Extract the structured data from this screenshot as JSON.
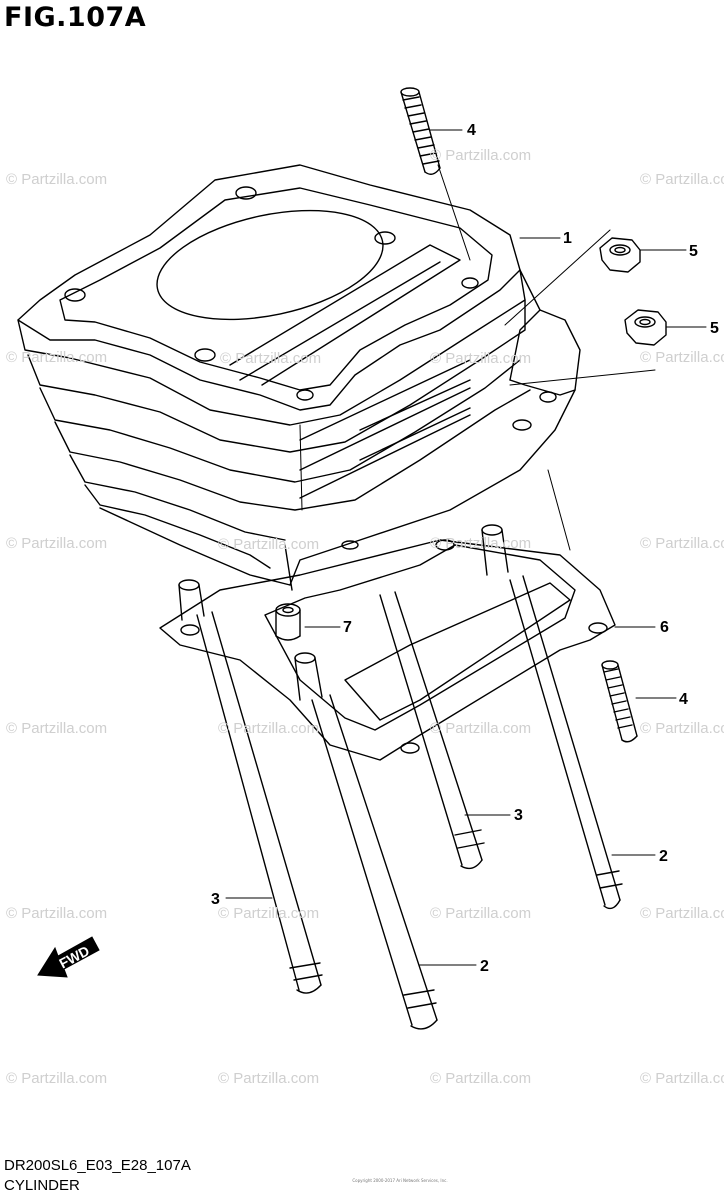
{
  "figure": {
    "title": "FIG.107A",
    "model_code": "DR200SL6_E03_E28_107A",
    "name": "CYLINDER",
    "copyright": "Copyright  2000-2017 Ari Network Services, Inc."
  },
  "watermark": "© Partzilla.com",
  "fwd_label": "FWD",
  "callouts": [
    {
      "id": "callout-1",
      "number": "1"
    },
    {
      "id": "callout-2a",
      "number": "2"
    },
    {
      "id": "callout-2b",
      "number": "2"
    },
    {
      "id": "callout-3a",
      "number": "3"
    },
    {
      "id": "callout-3b",
      "number": "3"
    },
    {
      "id": "callout-4a",
      "number": "4"
    },
    {
      "id": "callout-4b",
      "number": "4"
    },
    {
      "id": "callout-5a",
      "number": "5"
    },
    {
      "id": "callout-5b",
      "number": "5"
    },
    {
      "id": "callout-6",
      "number": "6"
    },
    {
      "id": "callout-7",
      "number": "7"
    }
  ]
}
